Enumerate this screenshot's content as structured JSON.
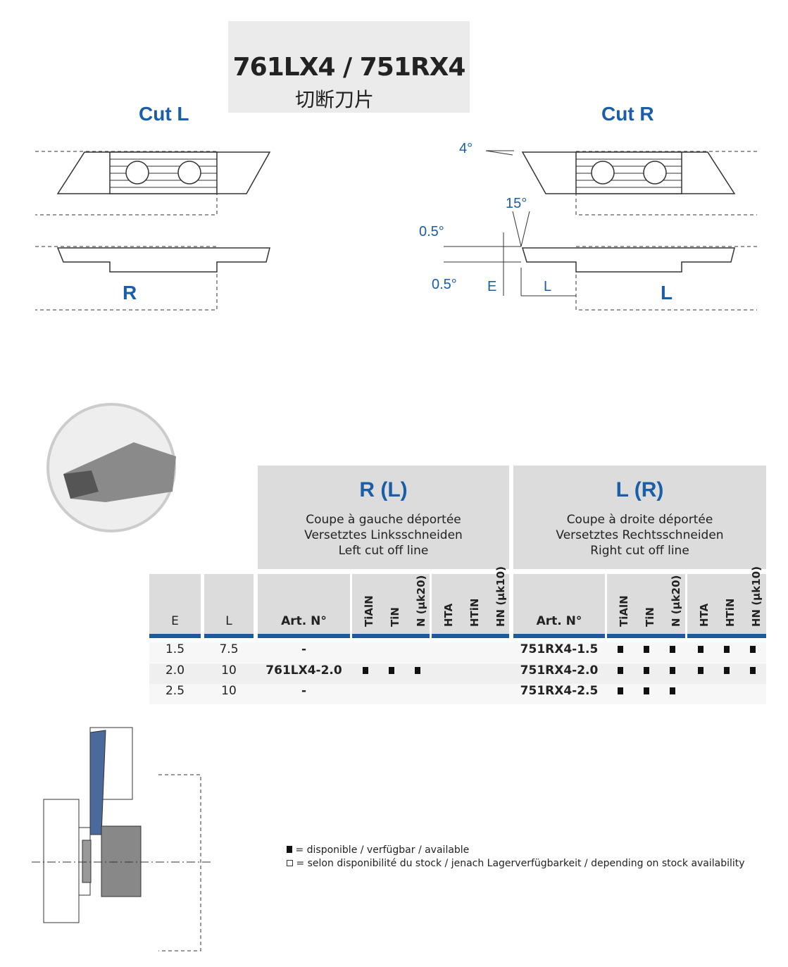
{
  "header": {
    "title": "761LX4 / 751RX4",
    "subtitle": "切断刀片"
  },
  "drawings": {
    "cut_l": "Cut L",
    "cut_r": "Cut R",
    "label_r": "R",
    "label_l": "L",
    "angle_4": "4°",
    "angle_15": "15°",
    "angle_05_top": "0.5°",
    "angle_05_bottom": "0.5°",
    "dim_e": "E",
    "dim_l": "L"
  },
  "groups": [
    {
      "title": "R (L)",
      "lines": [
        "Coupe à gauche déportée",
        "Versetztes Linksschneiden",
        "Left cut off line"
      ]
    },
    {
      "title": "L (R)",
      "lines": [
        "Coupe à droite déportée",
        "Versetztes Rechtsschneiden",
        "Right cut off line"
      ]
    }
  ],
  "columns": {
    "e": "E",
    "l": "L",
    "art": "Art. N°",
    "coatings": [
      "TiAlN",
      "TiN",
      "N (µk20)",
      "HTA",
      "HTiN",
      "HN (µk10)"
    ]
  },
  "rows": [
    {
      "e": "1.5",
      "l": "7.5",
      "left_art": "-",
      "left_avail": [
        0,
        0,
        0,
        0,
        0,
        0
      ],
      "right_art": "751RX4-1.5",
      "right_avail": [
        1,
        1,
        1,
        1,
        1,
        1
      ]
    },
    {
      "e": "2.0",
      "l": "10",
      "left_art": "761LX4-2.0",
      "left_avail": [
        1,
        1,
        1,
        0,
        0,
        0
      ],
      "right_art": "751RX4-2.0",
      "right_avail": [
        1,
        1,
        1,
        1,
        1,
        1
      ]
    },
    {
      "e": "2.5",
      "l": "10",
      "left_art": "-",
      "left_avail": [
        0,
        0,
        0,
        0,
        0,
        0
      ],
      "right_art": "751RX4-2.5",
      "right_avail": [
        1,
        1,
        1,
        0,
        0,
        0
      ]
    }
  ],
  "legend": {
    "available": "= disponible / verfügbar / available",
    "stock": "= selon disponibilité du stock / jenach Lagerverfügbarkeit / depending on stock availability"
  }
}
